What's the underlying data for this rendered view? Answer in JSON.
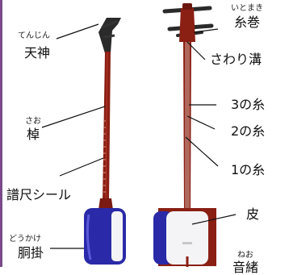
{
  "labels": {
    "tenjin": {
      "ruby": "てんじん",
      "text": "天神"
    },
    "sao": {
      "ruby": "さお",
      "text": "棹"
    },
    "fushaku": {
      "text": "譜尺シール"
    },
    "dokake": {
      "ruby": "どうかけ",
      "text": "胴掛"
    },
    "itomaki": {
      "ruby": "いとまき",
      "text": "糸巻"
    },
    "sawari": {
      "text": "さわり溝"
    },
    "string3": {
      "text": "3の糸"
    },
    "string2": {
      "text": "2の糸"
    },
    "string1": {
      "text": "1の糸"
    },
    "kawa": {
      "text": "皮"
    },
    "neo": {
      "ruby": "ねお",
      "text": "音緒"
    }
  },
  "colors": {
    "neck": "#8a1f14",
    "body_blue": "#2a2aa8",
    "skin": "#f4f4f6",
    "peg": "#2a2a2a",
    "edge": "#7a4a8a"
  }
}
